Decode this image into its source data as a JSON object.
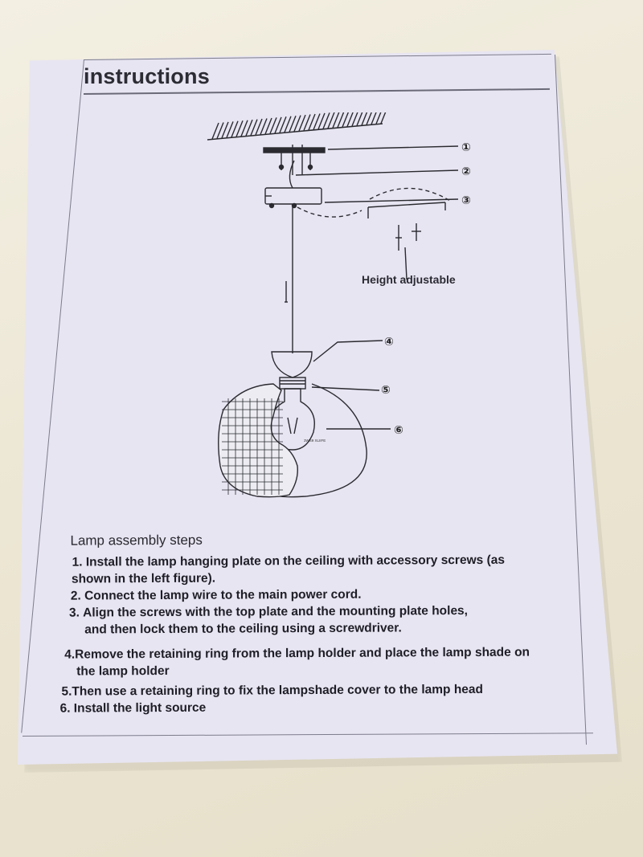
{
  "document": {
    "title": "instructions",
    "diagram": {
      "callouts": [
        "①",
        "②",
        "③",
        "④",
        "⑤",
        "⑥"
      ],
      "height_label": "Height adjustable",
      "bulb_label": "3WS9 XLIIFE"
    },
    "assembly": {
      "heading": "Lamp assembly steps",
      "steps": [
        {
          "num": "1. ",
          "line1": "Install the lamp hanging plate on the ceiling with accessory screws (as",
          "line2": "shown in the left figure)."
        },
        {
          "num": "2. ",
          "line1": "Connect the lamp wire to the main power cord."
        },
        {
          "num": "3. ",
          "line1": "Align the screws with the top plate and the mounting plate holes,",
          "line2": "and then lock them to the ceiling using a screwdriver."
        },
        {
          "num": "4.",
          "line1": "Remove the retaining ring from the lamp holder and place the lamp shade on",
          "line2": "the lamp holder"
        },
        {
          "num": "5.",
          "line1": "Then use a retaining ring to fix the lampshade cover to the lamp head"
        },
        {
          "num": "6. ",
          "line1": "Install the light source"
        }
      ]
    }
  }
}
